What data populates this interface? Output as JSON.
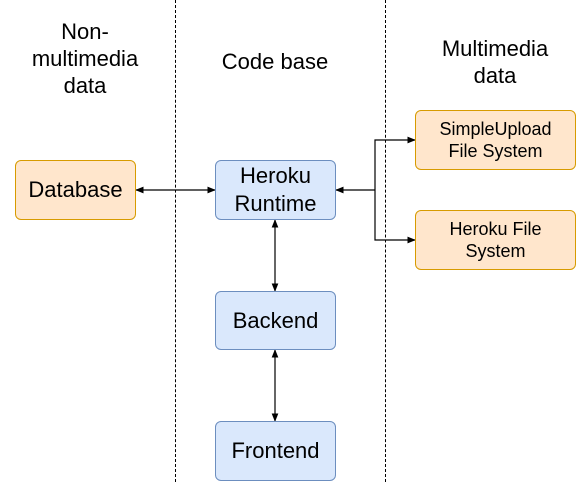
{
  "columns": {
    "non_multimedia": "Non-\nmultimedia\ndata",
    "code_base": "Code base",
    "multimedia": "Multimedia\ndata"
  },
  "nodes": {
    "database": "Database",
    "heroku_runtime": "Heroku\nRuntime",
    "backend": "Backend",
    "frontend": "Frontend",
    "simpleupload": "SimpleUpload\nFile System",
    "heroku_fs": "Heroku File\nSystem"
  },
  "colors": {
    "blue_fill": "#dae8fc",
    "blue_stroke": "#6c8ebf",
    "orange_fill": "#ffe6cc",
    "orange_stroke": "#d79b00"
  }
}
